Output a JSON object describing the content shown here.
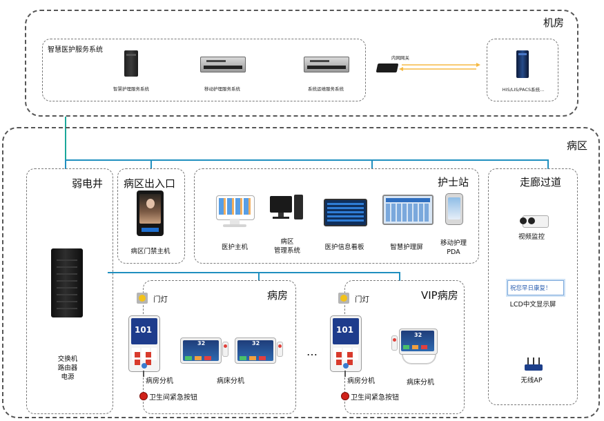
{
  "machine_room": {
    "title": "机房",
    "system_group_title": "智慧医护服务系统",
    "servers": [
      {
        "label": "智慧护理服务系统"
      },
      {
        "label": "移动护理服务系统"
      },
      {
        "label": "系统运维服务系统"
      }
    ],
    "gateway_label": "内网网关",
    "his_label": "HIS/LIS/PACS系统..."
  },
  "ward": {
    "title": "病区",
    "weak_well": {
      "title": "弱电井",
      "equipment": [
        "交换机",
        "路由器",
        "电源"
      ]
    },
    "entrance": {
      "title": "病区出入口",
      "device_label": "病区门禁主机"
    },
    "nurse_station": {
      "title": "护士站",
      "devices": [
        {
          "label": "医护主机"
        },
        {
          "label": "病区\n管理系统"
        },
        {
          "label": "医护信息看板"
        },
        {
          "label": "智慧护理屏"
        },
        {
          "label": "移动护理\nPDA"
        }
      ]
    },
    "corridor": {
      "title": "走廊过道",
      "devices": [
        {
          "label": "视频监控"
        },
        {
          "label": "LCD中文显示屏"
        },
        {
          "label": "无线AP"
        }
      ],
      "lcd_text": "祝您早日康复！"
    },
    "room": {
      "title": "病房",
      "door_light": "门灯",
      "room_unit": "病房分机",
      "bed_unit": "病床分机",
      "emergency_button": "卫生间紧急按钮",
      "room_number": "101",
      "bed_value": "32"
    },
    "vip_room": {
      "title": "VIP病房",
      "door_light": "门灯",
      "room_unit": "病房分机",
      "bed_unit": "病床分机",
      "emergency_button": "卫生间紧急按钮",
      "room_number": "101",
      "bed_value": "32"
    },
    "ellipsis": "…"
  },
  "colors": {
    "wire_blue": "#1f8fbf",
    "wire_teal": "#1aa89a",
    "zone_border": "#555555"
  }
}
